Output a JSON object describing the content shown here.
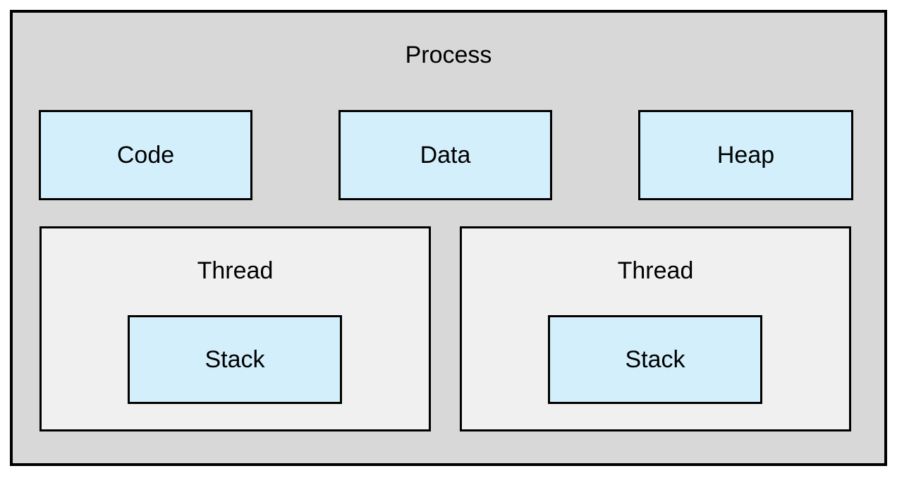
{
  "diagram": {
    "title": "Process",
    "memory_sections": [
      {
        "label": "Code"
      },
      {
        "label": "Data"
      },
      {
        "label": "Heap"
      }
    ],
    "threads": [
      {
        "label": "Thread",
        "stack_label": "Stack"
      },
      {
        "label": "Thread",
        "stack_label": "Stack"
      }
    ],
    "colors": {
      "page_bg": "#ffffff",
      "process_bg": "#d8d8d8",
      "section_bg": "#d2effb",
      "thread_bg": "#f0f0f0",
      "border": "#000000",
      "text": "#000000"
    }
  }
}
